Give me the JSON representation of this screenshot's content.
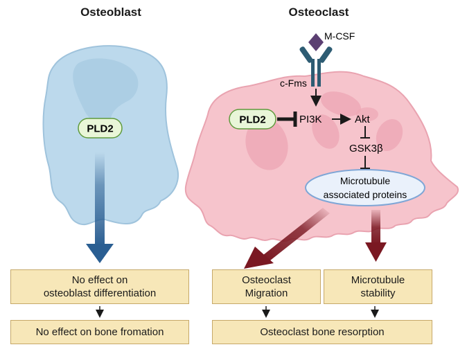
{
  "titles": {
    "left": "Osteoblast",
    "right": "Osteoclast"
  },
  "osteoblast": {
    "pld2": "PLD2"
  },
  "osteoclast": {
    "ligand": "M-CSF",
    "receptor": "c-Fms",
    "pld2": "PLD2",
    "pi3k": "PI3K",
    "akt": "Akt",
    "gsk3b": "GSK3β",
    "microtubule_proteins": [
      "Microtubule",
      "associated proteins"
    ]
  },
  "boxes": {
    "no_diff": "No effect on\nosteoblast differentiation",
    "no_bone": "No effect on bone fromation",
    "migration": "Osteoclast\nMigration",
    "stability": "Microtubule\nstability",
    "resorption": "Osteoclast bone resorption"
  },
  "colors": {
    "osteoblast_fill": "#bcd9ec",
    "osteoclast_fill": "#f6c4cc",
    "dark_red_arrow": "#7a1822",
    "blue_arrow": "#2a5e92",
    "box_fill": "#f7e7b8",
    "pld2_fill": "#e9f6d8",
    "receptor": "#2d5c73",
    "ligand": "#5b3f72"
  }
}
